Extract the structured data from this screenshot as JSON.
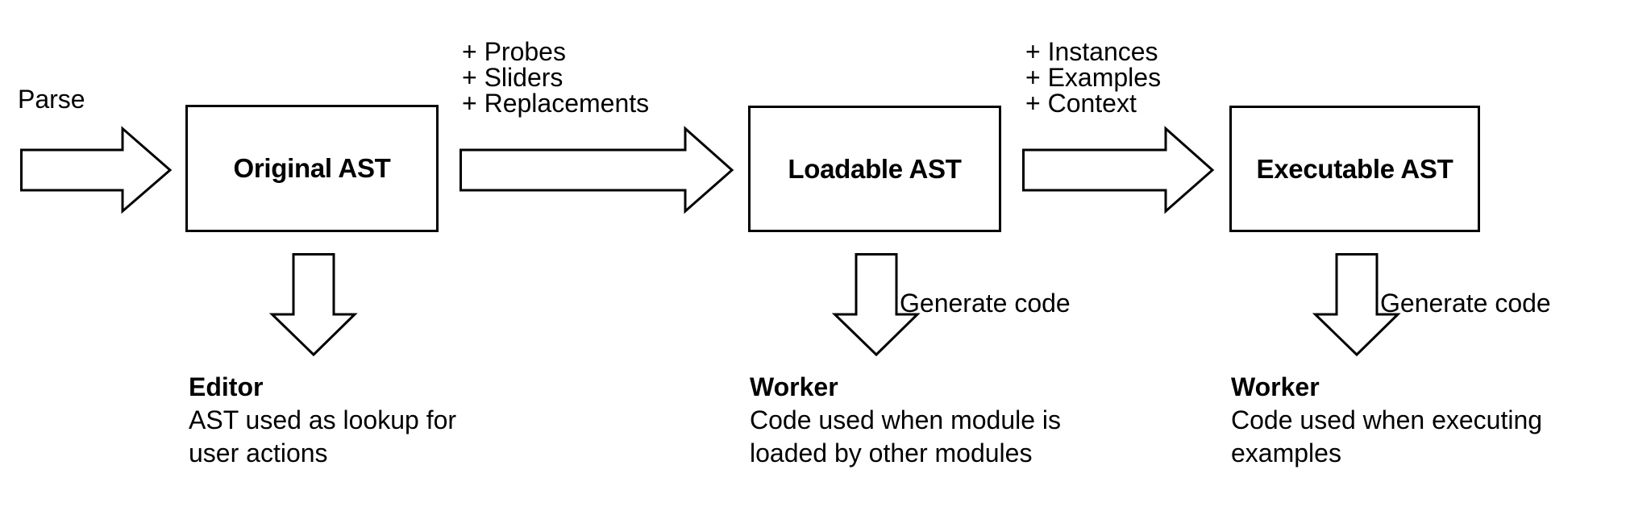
{
  "diagram": {
    "title": "AST pipeline diagram",
    "colors": {
      "background": "#ffffff",
      "stroke": "#000000",
      "text": "#000000"
    },
    "nodes": [
      {
        "id": "original-ast",
        "label": "Original AST"
      },
      {
        "id": "loadable-ast",
        "label": "Loadable AST"
      },
      {
        "id": "executable-ast",
        "label": "Executable AST"
      }
    ],
    "edges": [
      {
        "id": "parse",
        "direction": "right",
        "label_lines": [
          "Parse"
        ]
      },
      {
        "id": "original-to-loadable",
        "direction": "right",
        "label_lines": [
          "+ Probes",
          "+ Sliders",
          "+ Replacements"
        ]
      },
      {
        "id": "loadable-to-executable",
        "direction": "right",
        "label_lines": [
          "+ Instances",
          "+ Examples",
          "+ Context"
        ]
      },
      {
        "id": "original-down",
        "direction": "down",
        "label_lines": []
      },
      {
        "id": "loadable-down",
        "direction": "down",
        "label_lines": [
          "Generate code"
        ]
      },
      {
        "id": "executable-down",
        "direction": "down",
        "label_lines": [
          "Generate code"
        ]
      }
    ],
    "captions": [
      {
        "id": "editor",
        "title": "Editor",
        "lines": [
          "AST used as lookup for",
          "user actions"
        ]
      },
      {
        "id": "worker-loadable",
        "title": "Worker",
        "lines": [
          "Code used when module is",
          "loaded by other modules"
        ]
      },
      {
        "id": "worker-executable",
        "title": "Worker",
        "lines": [
          "Code used when executing",
          "examples"
        ]
      }
    ]
  }
}
